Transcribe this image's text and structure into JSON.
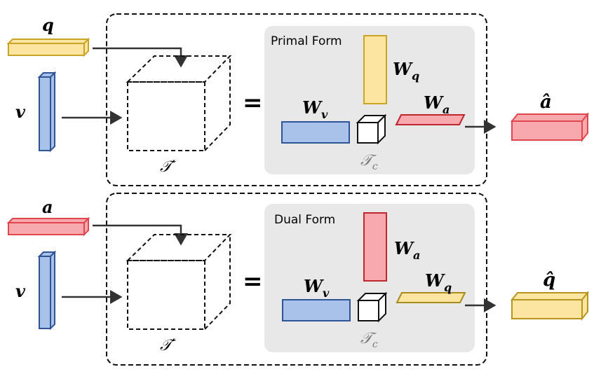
{
  "panels": [
    {
      "form_title": "Primal Form",
      "input_top": {
        "label": "q",
        "color": "#fbe5a0"
      },
      "input_left": {
        "label": "v",
        "color": "#a9c2ea"
      },
      "tensor_label": "𝒯′",
      "equals": "=",
      "weight_vertical": {
        "label": "W",
        "subscript": "q",
        "color": "#fbe5a0"
      },
      "weight_horizontal": {
        "label": "W",
        "subscript": "v",
        "color": "#a9c2ea"
      },
      "weight_diagonal": {
        "label": "W",
        "subscript": "a",
        "color": "#f7a9ad"
      },
      "core_label": "𝒯",
      "core_subscript": "c",
      "output": {
        "label": "â",
        "color": "#f7a9ad"
      }
    },
    {
      "form_title": "Dual Form",
      "input_top": {
        "label": "a",
        "color": "#f7a9ad"
      },
      "input_left": {
        "label": "v",
        "color": "#a9c2ea"
      },
      "tensor_label": "𝒯′",
      "equals": "=",
      "weight_vertical": {
        "label": "W",
        "subscript": "a",
        "color": "#f7a9ad"
      },
      "weight_horizontal": {
        "label": "W",
        "subscript": "v",
        "color": "#a9c2ea"
      },
      "weight_diagonal": {
        "label": "W",
        "subscript": "q",
        "color": "#fbe5a0"
      },
      "core_label": "𝒯",
      "core_subscript": "c",
      "output": {
        "label": "q̂",
        "color": "#fbe5a0"
      }
    }
  ]
}
